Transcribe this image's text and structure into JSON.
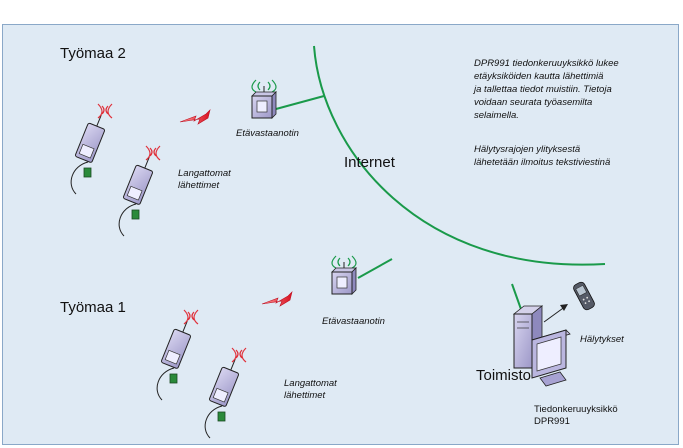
{
  "sites": {
    "site2": "Työmaa 2",
    "site1": "Työmaa 1"
  },
  "labels": {
    "remote_receiver_top": "Etävastaanotin",
    "remote_receiver_bottom": "Etävastaanotin",
    "wireless_top_line1": "Langattomat",
    "wireless_top_line2": "lähettimet",
    "wireless_bottom_line1": "Langattomat",
    "wireless_bottom_line2": "lähettimet",
    "internet": "Internet",
    "office": "Toimisto",
    "alarms": "Hälytykset",
    "device_line1": "Tiedonkeruuyksikkö",
    "device_line2": "DPR991"
  },
  "description": {
    "lines": [
      "DPR991 tiedonkeruuyksikkö lukee",
      "etäyksiköiden kautta lähettimiä",
      "ja tallettaa tiedot muistiin. Tietoja",
      "voidaan seurata työasemilta",
      "selaimella."
    ],
    "alarm_lines": [
      "Hälytysrajojen ylityksestä",
      "lähetetään ilmoitus tekstiviestinä"
    ]
  },
  "colors": {
    "background": "#dfeaf4",
    "border": "#8aa8c8",
    "network": "#1a9a4a",
    "device": "#b7b3d8",
    "signal": "#e0303a",
    "plug": "#2a8a3a"
  }
}
